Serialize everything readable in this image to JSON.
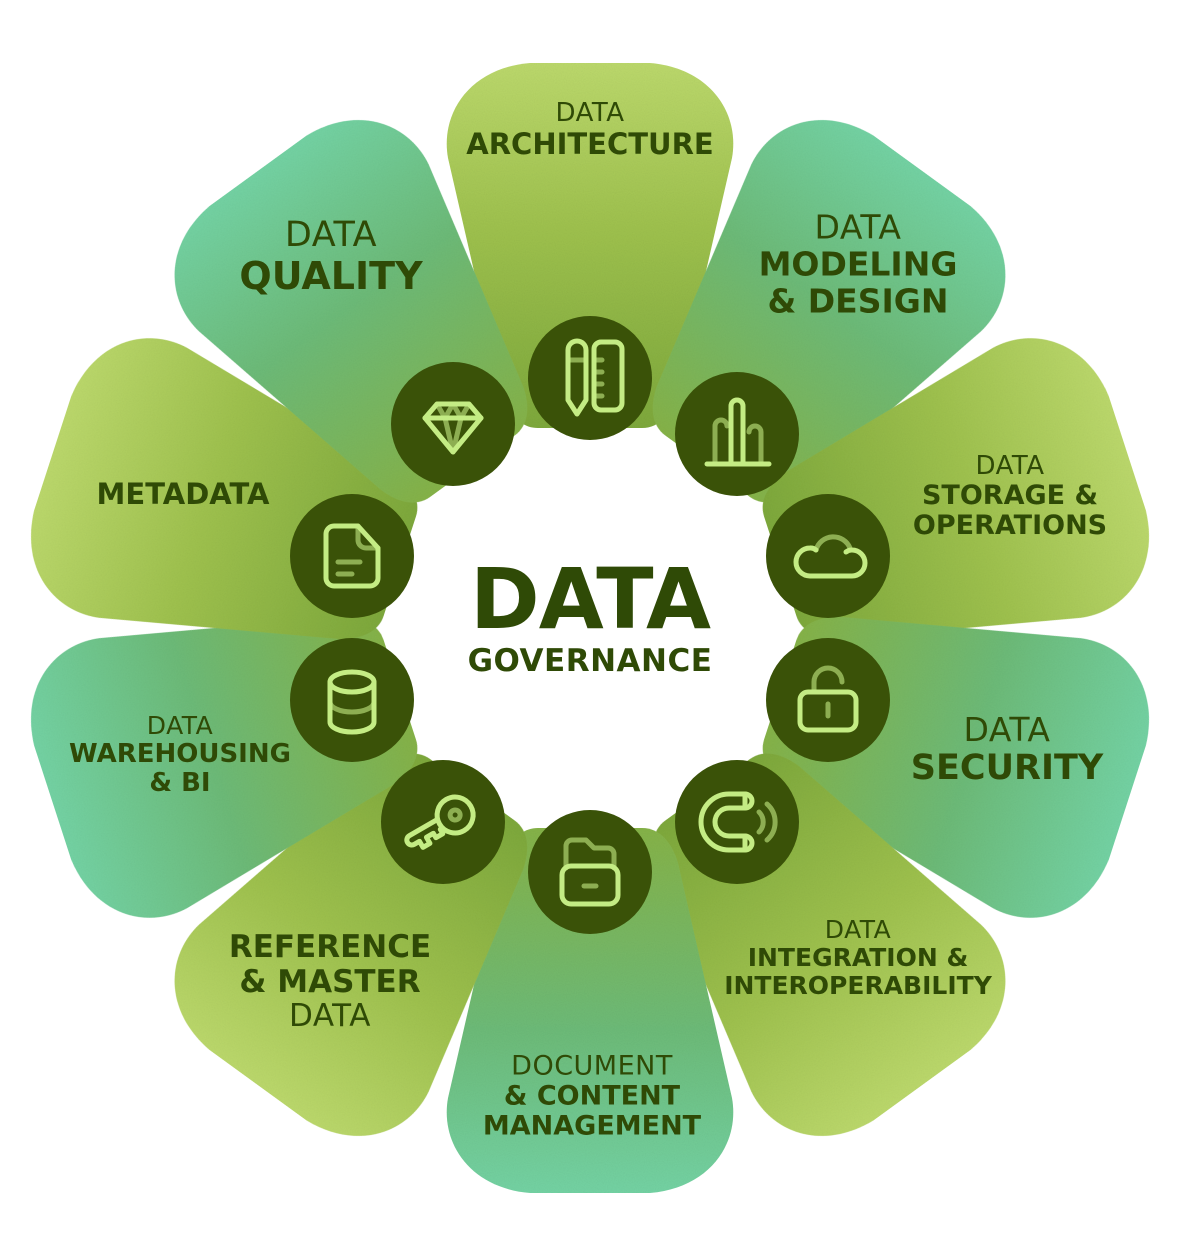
{
  "title": {
    "main": "DATA",
    "sub": "GOVERNANCE"
  },
  "colors": {
    "dark": "#2f4a06",
    "icon_circle": "#3a5208",
    "icon_stroke": "#c4ec84",
    "petal_yellow_green": "#a8c852",
    "petal_mint": "#6cc28a",
    "background": "#ffffff"
  },
  "petals": [
    {
      "id": "architecture",
      "angle": 0,
      "light": "DATA",
      "bold": "ARCHITECTURE",
      "light_position": "top",
      "icon": "pencil-ruler-icon",
      "tone": "yellow"
    },
    {
      "id": "modeling",
      "angle": 36,
      "light": "DATA",
      "bold": "MODELING\n& DESIGN",
      "light_position": "top",
      "icon": "bar-chart-icon",
      "tone": "mint"
    },
    {
      "id": "storage",
      "angle": 72,
      "light": "DATA",
      "bold": "STORAGE &\nOPERATIONS",
      "light_position": "top",
      "icon": "cloud-icon",
      "tone": "yellow"
    },
    {
      "id": "security",
      "angle": 108,
      "light": "DATA",
      "bold": "SECURITY",
      "light_position": "top",
      "icon": "unlock-icon",
      "tone": "mint"
    },
    {
      "id": "integration",
      "angle": 144,
      "light": "DATA",
      "bold": "INTEGRATION &\nINTEROPERABILITY",
      "light_position": "top",
      "icon": "magnet-icon",
      "tone": "yellow"
    },
    {
      "id": "document",
      "angle": 180,
      "light": "DOCUMENT",
      "bold": "& CONTENT\nMANAGEMENT",
      "light_position": "top",
      "icon": "folder-icon",
      "tone": "mint"
    },
    {
      "id": "reference",
      "angle": 216,
      "light": "DATA",
      "bold": "REFERENCE\n& MASTER",
      "light_position": "bottom",
      "icon": "key-icon",
      "tone": "yellow"
    },
    {
      "id": "warehousing",
      "angle": 252,
      "light": "DATA",
      "bold": "WAREHOUSING\n& BI",
      "light_position": "top",
      "icon": "database-icon",
      "tone": "mint"
    },
    {
      "id": "metadata",
      "angle": 288,
      "light": "",
      "bold": "METADATA",
      "light_position": "none",
      "icon": "document-file-icon",
      "tone": "yellow"
    },
    {
      "id": "quality",
      "angle": 324,
      "light": "DATA",
      "bold": "QUALITY",
      "light_position": "top",
      "icon": "diamond-icon",
      "tone": "mint"
    }
  ]
}
